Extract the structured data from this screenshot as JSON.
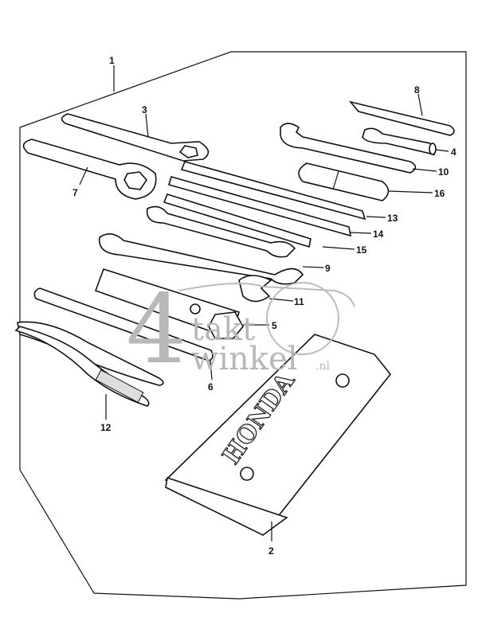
{
  "diagram": {
    "callouts": [
      {
        "id": "1",
        "label": "1"
      },
      {
        "id": "2",
        "label": "2"
      },
      {
        "id": "3",
        "label": "3"
      },
      {
        "id": "4",
        "label": "4"
      },
      {
        "id": "5",
        "label": "5"
      },
      {
        "id": "6",
        "label": "6"
      },
      {
        "id": "7",
        "label": "7"
      },
      {
        "id": "8",
        "label": "8"
      },
      {
        "id": "9",
        "label": "9"
      },
      {
        "id": "10",
        "label": "10"
      },
      {
        "id": "11",
        "label": "11"
      },
      {
        "id": "12",
        "label": "12"
      },
      {
        "id": "13",
        "label": "13"
      },
      {
        "id": "14",
        "label": "14"
      },
      {
        "id": "15",
        "label": "15"
      },
      {
        "id": "16",
        "label": "16"
      }
    ],
    "pouch_brand": "HONDA",
    "watermark": {
      "digit": "4",
      "line1": "takt",
      "line2": "winkel",
      "suffix": ".nl"
    }
  }
}
